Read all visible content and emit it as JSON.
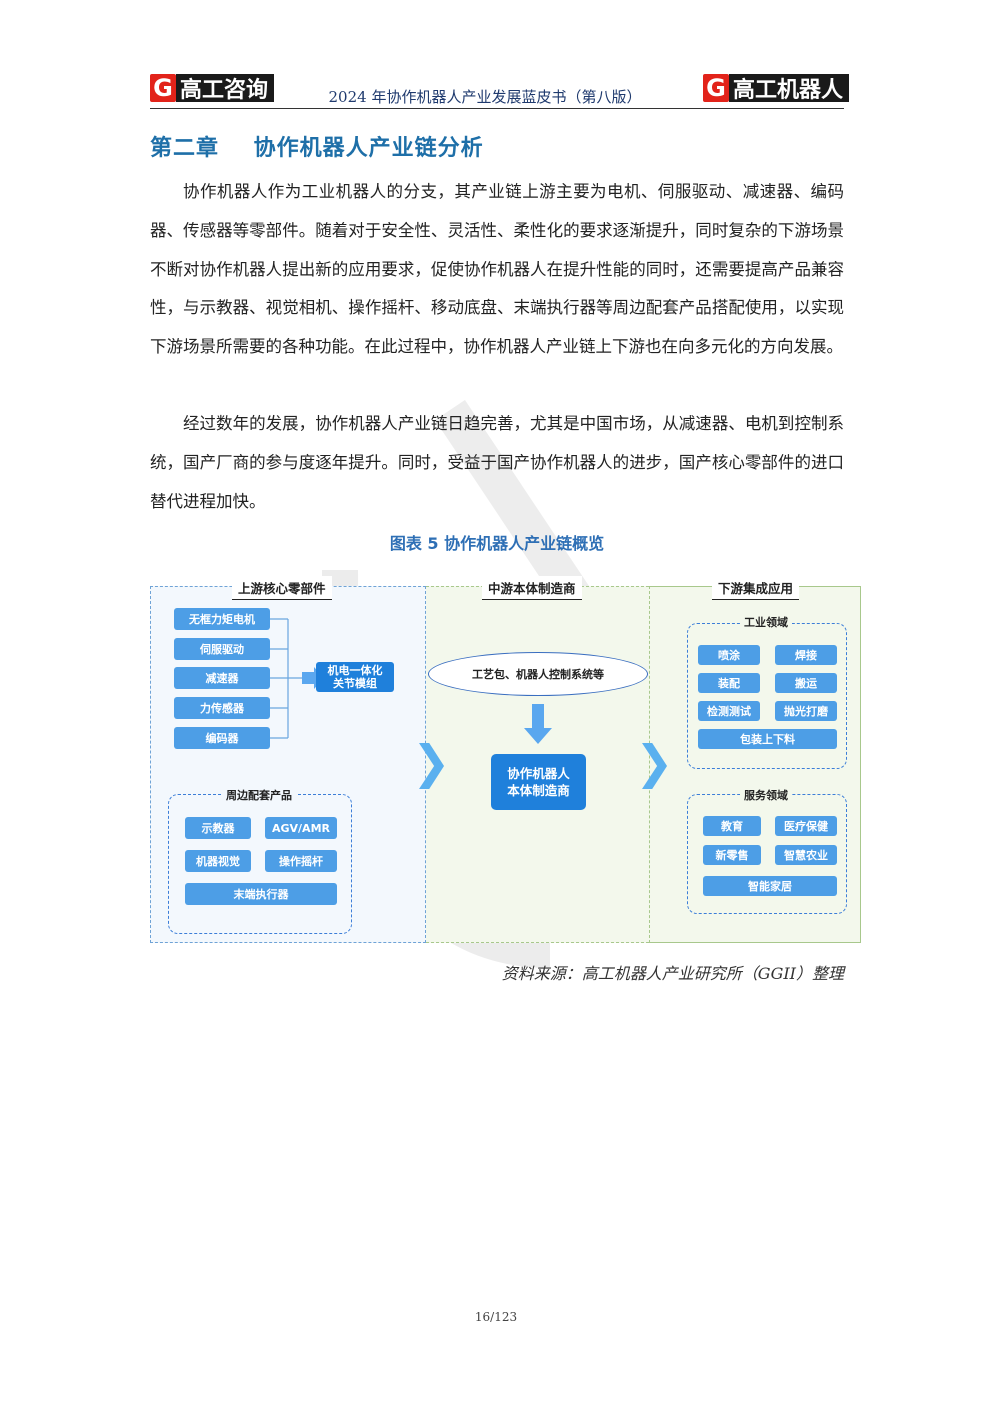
{
  "header": {
    "left_logo": {
      "g": "G",
      "text": "高工咨询"
    },
    "title": "2024 年协作机器人产业发展蓝皮书（第八版）",
    "right_logo": {
      "g": "G",
      "text": "高工机器人"
    }
  },
  "chapter_title": "第二章    协作机器人产业链分析",
  "paragraphs": [
    "协作机器人作为工业机器人的分支，其产业链上游主要为电机、伺服驱动、减速器、编码器、传感器等零部件。随着对于安全性、灵活性、柔性化的要求逐渐提升，同时复杂的下游场景不断对协作机器人提出新的应用要求，促使协作机器人在提升性能的同时，还需要提高产品兼容性，与示教器、视觉相机、操作摇杆、移动底盘、末端执行器等周边配套产品搭配使用，以实现下游场景所需要的各种功能。在此过程中，协作机器人产业链上下游也在向多元化的方向发展。",
    "经过数年的发展，协作机器人产业链日趋完善，尤其是中国市场，从减速器、电机到控制系统，国产厂商的参与度逐年提升。同时，受益于国产协作机器人的进步，国产核心零部件的进口替代进程加快。"
  ],
  "figure": {
    "title": "图表 5   协作机器人产业链概览",
    "upstream": {
      "title": "上游核心零部件",
      "components": [
        "无框力矩电机",
        "伺服驱动",
        "减速器",
        "力传感器",
        "编码器"
      ],
      "module": "机电一体化\n关节模组",
      "peripheral_title": "周边配套产品",
      "peripherals": [
        "示教器",
        "AGV/AMR",
        "机器视觉",
        "操作摇杆",
        "末端执行器"
      ]
    },
    "midstream": {
      "title": "中游本体制造商",
      "ellipse": "工艺包、机器人控制系统等",
      "box": "协作机器人\n本体制造商"
    },
    "downstream": {
      "title": "下游集成应用",
      "industrial_title": "工业领域",
      "industrial": [
        "喷涂",
        "焊接",
        "装配",
        "搬运",
        "检测测试",
        "抛光打磨",
        "包装上下料"
      ],
      "service_title": "服务领域",
      "service": [
        "教育",
        "医疗保健",
        "新零售",
        "智慧农业",
        "智能家居"
      ]
    }
  },
  "source": "资料来源：高工机器人产业研究所（GGII）整理",
  "page_number": "16/123",
  "colors": {
    "accent": "#1e6fa8",
    "box": "#4d9ee6",
    "box_dark": "#1f80db",
    "red": "#e2231a"
  }
}
